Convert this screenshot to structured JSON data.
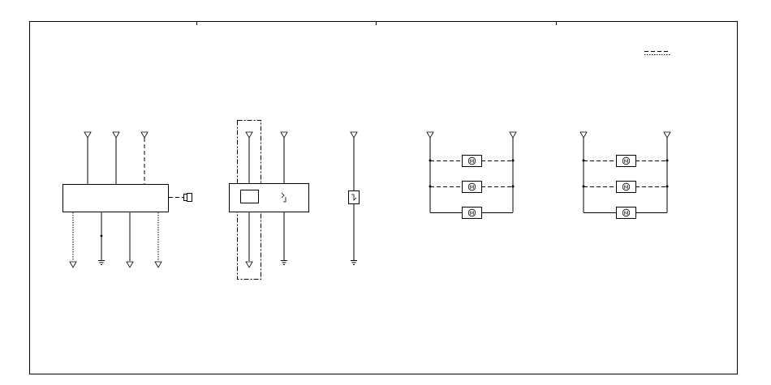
{
  "drawing": {
    "frame_zones": 4,
    "line_styles": [
      "dashed",
      "dotted"
    ]
  },
  "circuits": [
    {
      "id": "multi-tap-unit",
      "supply_terminals": 3,
      "ground_terminals": 1,
      "output_terminals": 3,
      "connector": "plug"
    },
    {
      "id": "relay-block",
      "supply_terminals": 2,
      "ground_terminals": 1,
      "output_terminals": 1,
      "enclosure": "dash-dot"
    },
    {
      "id": "switch-line",
      "supply_terminals": 1,
      "ground_terminals": 1,
      "components": [
        "switch"
      ]
    },
    {
      "id": "motor-group-1",
      "supply_terminals": 2,
      "components": [
        "motor",
        "motor",
        "motor"
      ],
      "motor_label": "M"
    },
    {
      "id": "motor-group-2",
      "supply_terminals": 2,
      "components": [
        "motor",
        "motor",
        "motor"
      ],
      "motor_label": "M"
    }
  ]
}
